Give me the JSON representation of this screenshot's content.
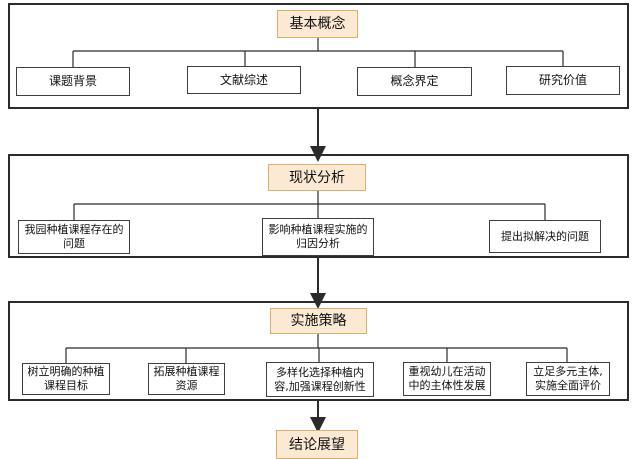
{
  "diagram": {
    "sections": [
      {
        "title": "基本概念",
        "items": [
          "课题背景",
          "文献综述",
          "概念界定",
          "研究价值"
        ]
      },
      {
        "title": "现状分析",
        "items": [
          "我园种植课程存在的问题",
          "影响种植课程实施的归因分析",
          "提出拟解决的问题"
        ]
      },
      {
        "title": "实施策略",
        "items": [
          "树立明确的种植课程目标",
          "拓展种植课程资源",
          "多样化选择种植内容,加强课程创新性",
          "重视幼儿在活动中的主体性发展",
          "立足多元主体,实施全面评价"
        ]
      }
    ],
    "final_box": "结论展望"
  },
  "colors": {
    "line": "#2b2b2b",
    "title_fill": "#fbe9d4",
    "title_border": "#d8b06a",
    "item_border": "#3e3e3e"
  }
}
